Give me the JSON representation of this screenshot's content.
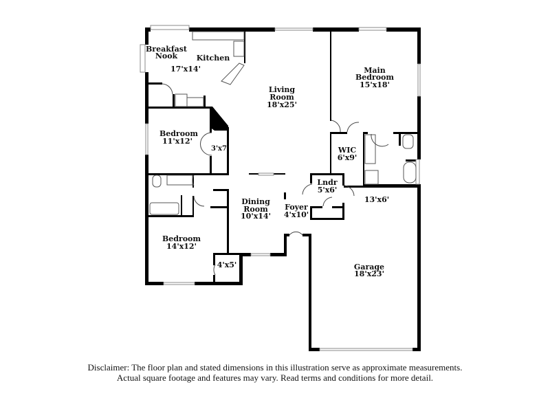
{
  "rooms": {
    "breakfast_nook": {
      "line1": "Breakfast",
      "line2": "Nook"
    },
    "kitchen": {
      "name": "Kitchen",
      "dims": "17'x14'"
    },
    "living_room": {
      "line1": "Living",
      "line2": "Room",
      "dims": "18'x25'"
    },
    "main_bedroom": {
      "line1": "Main",
      "line2": "Bedroom",
      "dims": "15'x18'"
    },
    "bedroom_2": {
      "name": "Bedroom",
      "dims": "11'x12'"
    },
    "closet_2": {
      "dims": "3'x7'"
    },
    "wic": {
      "name": "WIC",
      "dims": "6'x9'"
    },
    "laundry": {
      "name": "Lndr",
      "dims": "5'x6'"
    },
    "hall": {
      "dims": "13'x6'"
    },
    "dining_room": {
      "line1": "Dining",
      "line2": "Room",
      "dims": "10'x14'"
    },
    "foyer": {
      "name": "Foyer",
      "dims": "4'x10'"
    },
    "bedroom_3": {
      "name": "Bedroom",
      "dims": "14'x12'"
    },
    "closet_3": {
      "dims": "4'x5'"
    },
    "garage": {
      "name": "Garage",
      "dims": "18'x23'"
    }
  },
  "disclaimer": {
    "line1": "Disclaimer: The floor plan and stated dimensions in this illustration serve as approximate measurements.",
    "line2": "Actual square footage and features may vary. Read terms and conditions for more detail."
  }
}
